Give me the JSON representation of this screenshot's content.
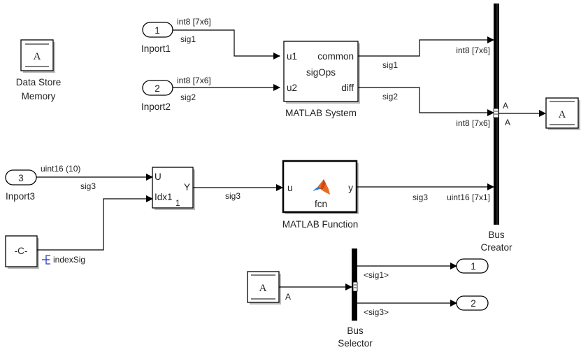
{
  "diagram": {
    "data_store_memory": {
      "glyph": "A",
      "label_line1": "Data Store",
      "label_line2": "Memory"
    },
    "inports": [
      {
        "number": "1",
        "name": "Inport1",
        "type": "int8 [7x6]",
        "signal": "sig1"
      },
      {
        "number": "2",
        "name": "Inport2",
        "type": "int8 [7x6]",
        "signal": "sig2"
      },
      {
        "number": "3",
        "name": "Inport3",
        "type": "uint16 (10)",
        "signal": "sig3"
      }
    ],
    "matlab_system": {
      "name": "MATLAB System",
      "object": "sigOps",
      "in_ports": [
        "u1",
        "u2"
      ],
      "out_ports": [
        "common",
        "diff"
      ],
      "out_signals": [
        "sig1",
        "sig2"
      ],
      "out_types": [
        "int8 [7x6]",
        "int8 [7x6]"
      ]
    },
    "selector": {
      "in_ports": [
        "U",
        "Idx1"
      ],
      "idx_sub": "1",
      "out_port": "Y",
      "out_signal": "sig3"
    },
    "constant": {
      "value": "-C-",
      "signal": "indexSig",
      "icon": "enum-icon"
    },
    "matlab_function": {
      "name": "MATLAB Function",
      "fcn": "fcn",
      "in_port": "u",
      "out_port": "y",
      "icon": "matlab-logo-icon",
      "out_signal": "sig3",
      "out_type": "uint16 [7x1]"
    },
    "bus_creator": {
      "label_line1": "Bus",
      "label_line2": "Creator",
      "out_signal_above": "A",
      "out_signal_below": "A"
    },
    "data_store_write": {
      "glyph": "A"
    },
    "data_store_read": {
      "glyph": "A",
      "signal": "A"
    },
    "bus_selector": {
      "label_line1": "Bus",
      "label_line2": "Selector",
      "outputs": [
        "<sig1>",
        "<sig3>"
      ]
    },
    "outports": [
      {
        "number": "1"
      },
      {
        "number": "2"
      }
    ]
  }
}
